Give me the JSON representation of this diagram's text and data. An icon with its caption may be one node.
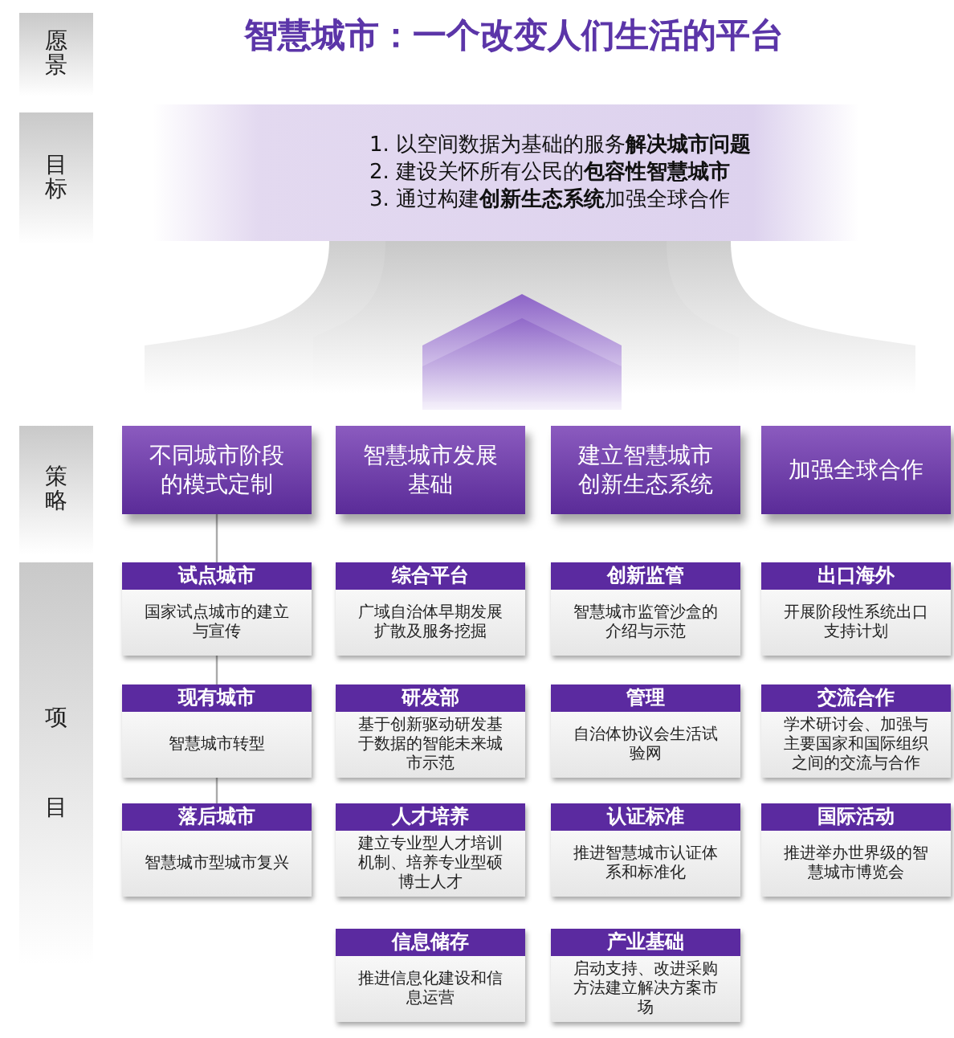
{
  "diagram": {
    "title": "智慧城市：一个改变人们生活的平台",
    "nodes": [
      {
        "text": [
          "愿景"
        ]
      },
      {
        "text": [
          "目标"
        ]
      },
      {
        "text": [
          "1. 以空间数据为基础的服务**解决城市问题**",
          "2. 建设关怀所有公民的**包容性智慧城市**",
          "3. 通过构建**创新生态系统**加强全球合作"
        ]
      },
      {
        "text": [
          "策略"
        ]
      },
      {
        "text": [
          "不同城市阶段的模式定制"
        ]
      },
      {
        "text": [
          "智慧城市发展基础"
        ]
      },
      {
        "text": [
          "建立智慧城市创新生态系统"
        ]
      },
      {
        "text": [
          "加强全球合作"
        ]
      },
      {
        "text": [
          "项目"
        ]
      },
      {
        "text": [
          "试点城市",
          "国家试点城市的建立与宣传"
        ]
      },
      {
        "text": [
          "综合平台",
          "广域自治体早期发展扩散及服务挖掘"
        ]
      },
      {
        "text": [
          "创新监管",
          "智慧城市监管沙盒的介绍与示范"
        ]
      },
      {
        "text": [
          "出口海外",
          "开展阶段性系统出口支持计划"
        ]
      },
      {
        "text": [
          "现有城市",
          "智慧城市转型"
        ]
      },
      {
        "text": [
          "研发部",
          "基于创新驱动研发基于数据的智能未来城市示范"
        ]
      },
      {
        "text": [
          "管理",
          "自治体协议会生活试验网"
        ]
      },
      {
        "text": [
          "交流合作",
          "学术研讨会、加强与主要国家和国际组织之间的交流与合作"
        ]
      },
      {
        "text": [
          "落后城市",
          "智慧城市型城市复兴"
        ]
      },
      {
        "text": [
          "人才培养",
          "建立专业型人才培训机制、培养专业型硕博士人才"
        ]
      },
      {
        "text": [
          "认证标准",
          "推进智慧城市认证体系和标准化"
        ]
      },
      {
        "text": [
          "国际活动",
          "推进举办世界级的智慧城市博览会"
        ]
      },
      {
        "text": [
          "信息储存",
          "推进信息化建设和信息运营"
        ]
      },
      {
        "text": [
          "产业基础",
          "启动支持、改进采购方法建立解决方案市场"
        ]
      }
    ],
    "edges": [
      {
        "from": 4,
        "to": 9,
        "arrow": "none"
      },
      {
        "from": 9,
        "to": 13,
        "arrow": "none"
      },
      {
        "from": 13,
        "to": 17,
        "arrow": "none"
      }
    ]
  }
}
